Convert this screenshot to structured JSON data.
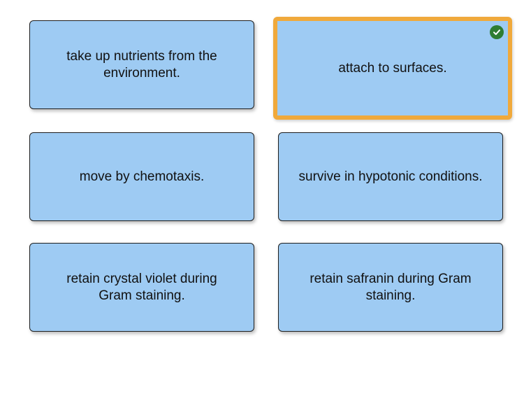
{
  "cards": [
    {
      "text": "take up nutrients from the environment.",
      "selected": false
    },
    {
      "text": "attach to surfaces.",
      "selected": true
    },
    {
      "text": "move by chemotaxis.",
      "selected": false
    },
    {
      "text": "survive in hypotonic conditions.",
      "selected": false
    },
    {
      "text": "retain crystal violet during Gram staining.",
      "selected": false
    },
    {
      "text": "retain safranin during Gram staining.",
      "selected": false
    }
  ],
  "colors": {
    "card_fill": "#9ecbf3",
    "selected_border": "#f0a93b",
    "check_badge": "#2e7d32"
  },
  "icons": {
    "selected_badge": "checkmark-circle-icon"
  }
}
